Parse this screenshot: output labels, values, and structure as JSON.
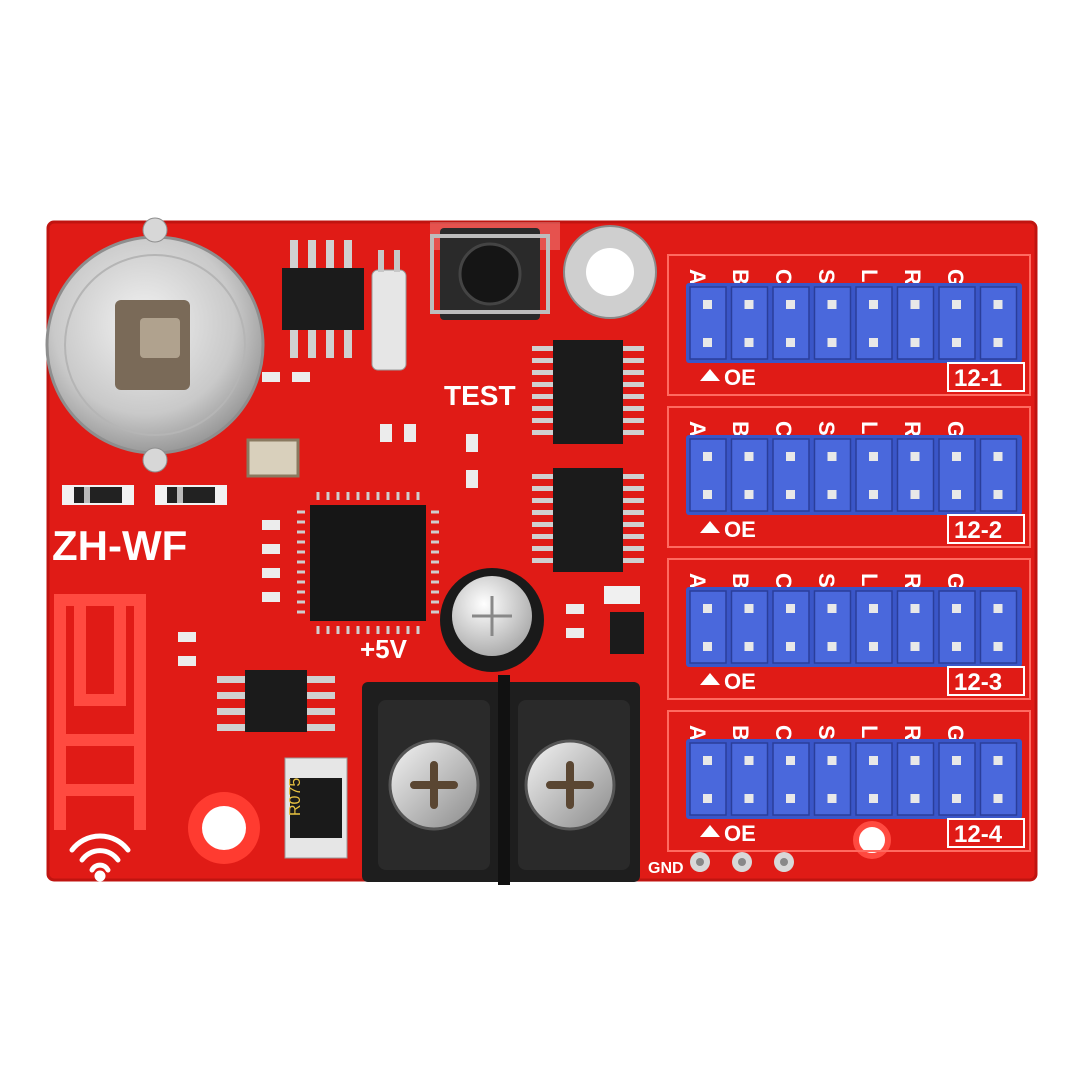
{
  "board": {
    "model": "ZH-WF",
    "test_label": "TEST",
    "power_label": "+5V",
    "gnd_label": "GND",
    "resistor_marking": "R075",
    "pcb_color": "#e01b16",
    "header_color": "#3a56c8"
  },
  "hub_ports": [
    {
      "label": "12-1",
      "oe_label": "OE",
      "pins": [
        "A",
        "B",
        "C",
        "S",
        "L",
        "R",
        "G"
      ]
    },
    {
      "label": "12-2",
      "oe_label": "OE",
      "pins": [
        "A",
        "B",
        "C",
        "S",
        "L",
        "R",
        "G"
      ]
    },
    {
      "label": "12-3",
      "oe_label": "OE",
      "pins": [
        "A",
        "B",
        "C",
        "S",
        "L",
        "R",
        "G"
      ]
    },
    {
      "label": "12-4",
      "oe_label": "OE",
      "pins": [
        "A",
        "B",
        "C",
        "S",
        "L",
        "R",
        "G"
      ]
    }
  ],
  "icons": [
    "wifi-icon"
  ]
}
